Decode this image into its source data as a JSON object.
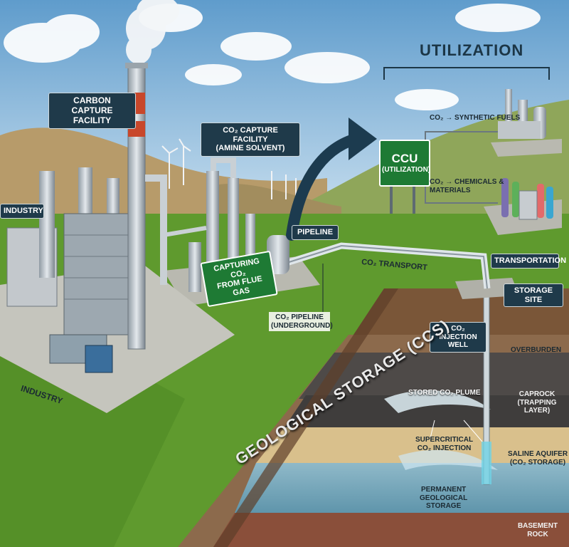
{
  "labels": {
    "carbon_capture_facility": "CARBON CAPTURE FACILITY",
    "co2_capture_facility_line1": "CO₂ CAPTURE FACILITY",
    "co2_capture_facility_line2": "(AMINE SOLVENT)",
    "industry_top": "INDUSTRY",
    "industry_bottom": "INDUSTRY",
    "capturing_line1": "CAPTURING CO₂",
    "capturing_line2": "FROM FLUE GAS",
    "pipeline": "PIPELINE",
    "co2_pipeline_line1": "CO₂ PIPELINE",
    "co2_pipeline_line2": "(UNDERGROUND)",
    "co2_transport": "CO₂ TRANSPORT",
    "utilization_title": "UTILIZATION",
    "ccu_line1": "CCU",
    "ccu_line2": "(UTILIZATION)",
    "synthetic_fuels": "CO₂ → SYNTHETIC FUELS",
    "chemicals_line1": "CO₂ → CHEMICALS &",
    "chemicals_line2": "MATERIALS",
    "transportation": "TRANSPORTATION",
    "storage_site": "STORAGE SITE",
    "injection_well_line1": "CO₂",
    "injection_well_line2": "INJECTION WELL",
    "overburden": "OVERBURDEN",
    "caprock_line1": "CAPROCK",
    "caprock_line2": "(TRAPPING LAYER)",
    "stored_plume": "STORED CO₂ PLUME",
    "supercritical_line1": "SUPERCRITICAL",
    "supercritical_line2": "CO₂ INJECTION",
    "saline_line1": "SALINE AQUIFER",
    "saline_line2": "(CO₂ STORAGE)",
    "permanent_line1": "PERMANENT",
    "permanent_line2": "GEOLOGICAL",
    "permanent_line3": "STORAGE",
    "basement_rock": "BASEMENT ROCK",
    "geological_storage": "GEOLOGICAL STORAGE (CCS)"
  },
  "colors": {
    "sky": "#7fb3d8",
    "grass": "#5f9a2e",
    "sign_green": "#1e7a34",
    "label_dark": "#1f3a4a",
    "arrow": "#1c3b4f",
    "stack_red": "#c8472b"
  }
}
